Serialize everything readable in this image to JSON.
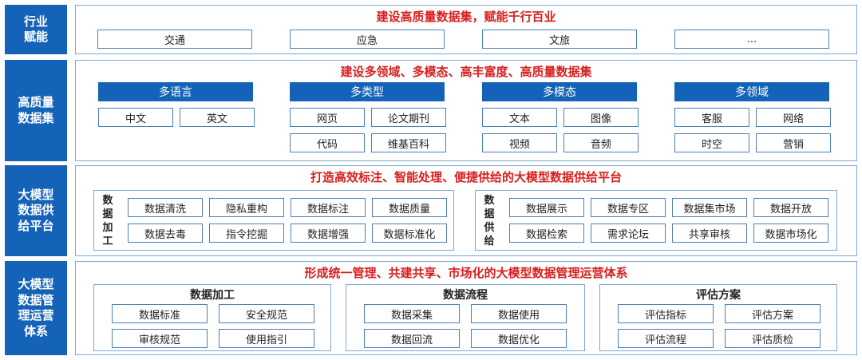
{
  "row1": {
    "label": "行业\n赋能",
    "title": "建设高质量数据集，赋能千行百业",
    "items": [
      "交通",
      "应急",
      "文旅",
      "..."
    ]
  },
  "row2": {
    "label": "高质量\n数据集",
    "title": "建设多领域、多模态、高丰富度、高质量数据集",
    "groups": [
      {
        "header": "多语言",
        "items": [
          "中文",
          "英文"
        ]
      },
      {
        "header": "多类型",
        "items": [
          "网页",
          "论文期刊",
          "代码",
          "维基百科"
        ]
      },
      {
        "header": "多模态",
        "items": [
          "文本",
          "图像",
          "视频",
          "音频"
        ]
      },
      {
        "header": "多领域",
        "items": [
          "客服",
          "网络",
          "时空",
          "营销"
        ]
      }
    ]
  },
  "row3": {
    "label": "大模型\n数据供\n给平台",
    "title": "打造高效标注、智能处理、便捷供给的大模型数据供给平台",
    "groups": [
      {
        "label": "数\n据\n加\n工",
        "items": [
          "数据清洗",
          "隐私重构",
          "数据标注",
          "数据质量",
          "数据去毒",
          "指令挖掘",
          "数据增强",
          "数据标准化"
        ]
      },
      {
        "label": "数\n据\n供\n给",
        "items": [
          "数据展示",
          "数据专区",
          "数据集市场",
          "数据开放",
          "数据检索",
          "需求论坛",
          "共享审核",
          "数据市场化"
        ]
      }
    ]
  },
  "row4": {
    "label": "大模型\n数据管\n理运营\n体系",
    "title": "形成统一管理、共建共享、市场化的大模型数据管理运营体系",
    "groups": [
      {
        "title": "数据加工",
        "items": [
          "数据标准",
          "安全规范",
          "审核规范",
          "使用指引"
        ]
      },
      {
        "title": "数据流程",
        "items": [
          "数据采集",
          "数据使用",
          "数据回流",
          "数据优化"
        ]
      },
      {
        "title": "评估方案",
        "items": [
          "评估指标",
          "评估方案",
          "评估流程",
          "评估质检"
        ]
      }
    ]
  }
}
